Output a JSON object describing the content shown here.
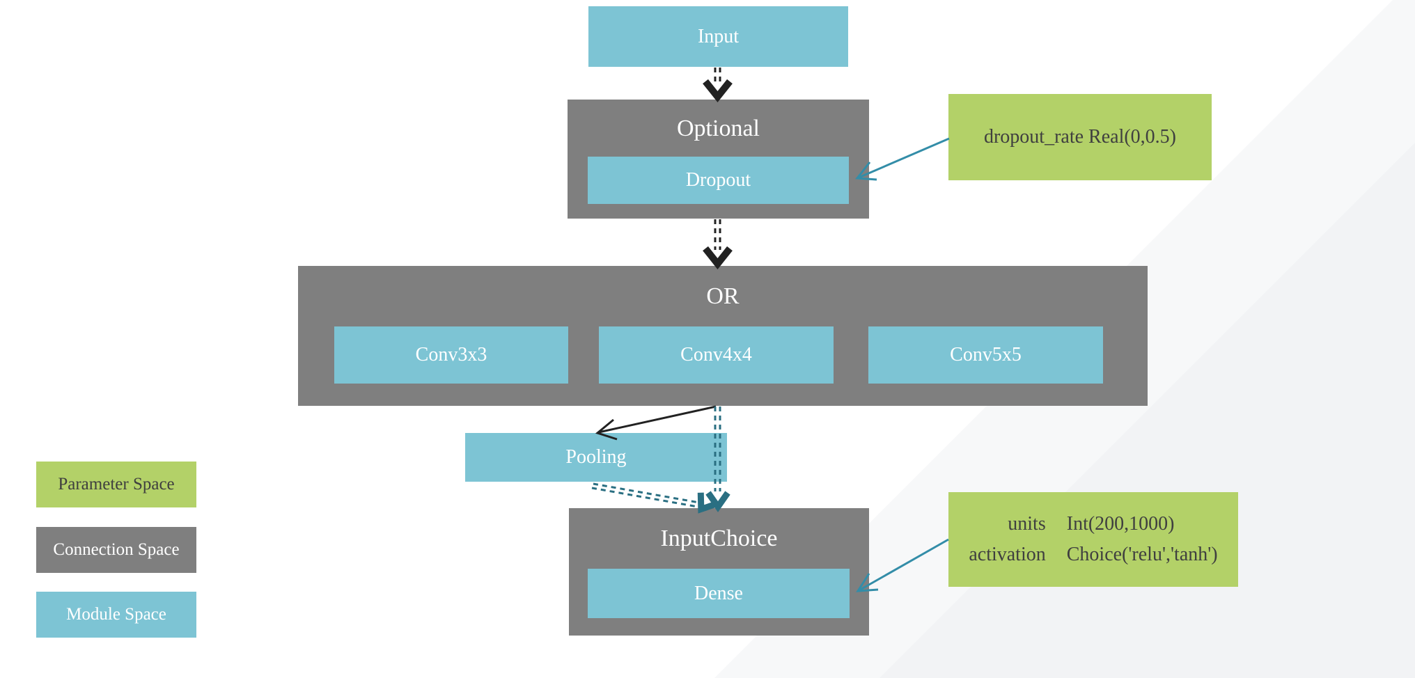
{
  "colors": {
    "module": "#7dc4d4",
    "connection": "#7f7f7f",
    "parameter": "#b3d168",
    "arrow-black": "#222222",
    "arrow-teal": "#2a6f82",
    "annotation-arrow": "#338da8",
    "text-light": "#ffffff",
    "text-dark": "#3f3f3f",
    "bg-accent": "#f7f8f9"
  },
  "nodes": {
    "input": {
      "label": "Input"
    },
    "optional": {
      "title": "Optional",
      "child": "Dropout"
    },
    "or": {
      "title": "OR",
      "children": [
        "Conv3x3",
        "Conv4x4",
        "Conv5x5"
      ]
    },
    "pooling": {
      "label": "Pooling"
    },
    "input_choice": {
      "title": "InputChoice",
      "child": "Dense"
    }
  },
  "annotations": {
    "dropout": {
      "text": "dropout_rate Real(0,0.5)"
    },
    "dense": {
      "params": [
        {
          "name": "units",
          "value": "Int(200,1000)"
        },
        {
          "name": "activation",
          "value": "Choice('relu','tanh')"
        }
      ]
    }
  },
  "legend": [
    {
      "label": "Parameter Space",
      "type": "parameter"
    },
    {
      "label": "Connection Space",
      "type": "connection"
    },
    {
      "label": "Module Space",
      "type": "module"
    }
  ],
  "connections": [
    {
      "from": "Input",
      "to": "Optional",
      "style": "double-dashed-black-arrow"
    },
    {
      "from": "Optional",
      "to": "OR",
      "style": "double-dashed-black-arrow"
    },
    {
      "from": "OR",
      "to": "Pooling",
      "style": "solid-black-arrow"
    },
    {
      "from": "OR",
      "to": "InputChoice",
      "style": "double-dashed-teal-arrow"
    },
    {
      "from": "Pooling",
      "to": "InputChoice",
      "style": "double-dashed-teal-arrow"
    },
    {
      "from": "dropout_rate Real(0,0.5)",
      "to": "Dropout",
      "style": "solid-teal-arrow"
    },
    {
      "from": "units / activation",
      "to": "Dense",
      "style": "solid-teal-arrow"
    }
  ]
}
